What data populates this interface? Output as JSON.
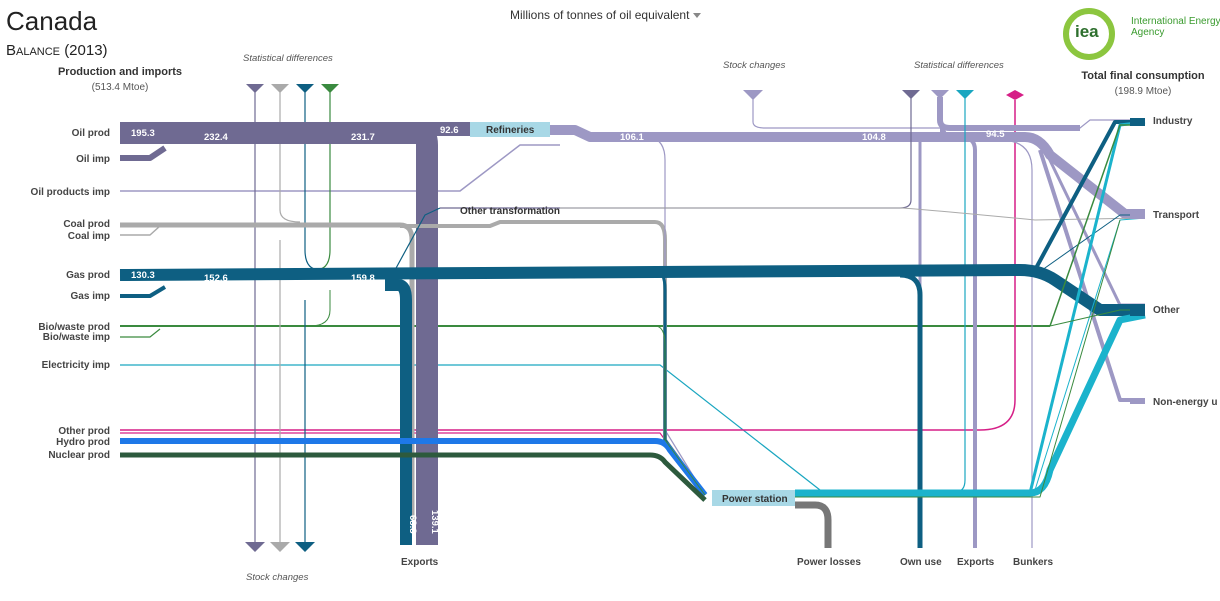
{
  "header": {
    "country": "Canada",
    "balance": "Balance (2013)",
    "unit": "Millions of tonnes of oil equivalent",
    "logo_abbr": "iea",
    "logo_name": "International Energy Agency"
  },
  "left": {
    "title": "Production and imports",
    "total": "(513.4 Mtoe)",
    "sources": [
      "Oil prod",
      "Oil imp",
      "Oil products imp",
      "Coal prod",
      "Coal imp",
      "Gas prod",
      "Gas imp",
      "Bio/waste prod",
      "Bio/waste imp",
      "Electricity imp",
      "Other prod",
      "Hydro prod",
      "Nuclear prod"
    ]
  },
  "right": {
    "title": "Total final consumption",
    "total": "(198.9 Mtoe)",
    "sinks": [
      "Industry",
      "Transport",
      "Other",
      "Non-energy u"
    ]
  },
  "annotations": {
    "stat_diff_left": "Statistical differences",
    "stock_changes_bottom": "Stock changes",
    "stock_changes_top": "Stock  changes",
    "stat_diff_right": "Statistical differences"
  },
  "nodes": {
    "refineries": "Refineries",
    "other_transformation": "Other transformation",
    "power_station": "Power station"
  },
  "bottom_sinks": {
    "exports_left": "Exports",
    "power_losses": "Power losses",
    "own_use": "Own use",
    "exports_right": "Exports",
    "bunkers": "Bunkers"
  },
  "values": {
    "oil_prod": "195.3",
    "oil_232": "232.4",
    "oil_231": "231.7",
    "refinery_in": "92.6",
    "refinery_out": "106.1",
    "oil_104": "104.8",
    "oil_94": "94.5",
    "gas_prod": "130.3",
    "gas_152": "152.6",
    "gas_159": "159.8",
    "gas_exports": "68.8",
    "oil_exports": "139.1"
  },
  "colors": {
    "oil": "#6f6a92",
    "oil_products": "#9d98c4",
    "coal": "#aaaaaa",
    "gas": "#0e5f82",
    "bio": "#3a8a3f",
    "electricity": "#1aa6c0",
    "power_elec": "#1bb3cc",
    "other": "#d61f87",
    "hydro": "#1e78e8",
    "nuclear": "#2d5a3d",
    "losses": "#777777",
    "node": "#a8d8e6"
  }
}
